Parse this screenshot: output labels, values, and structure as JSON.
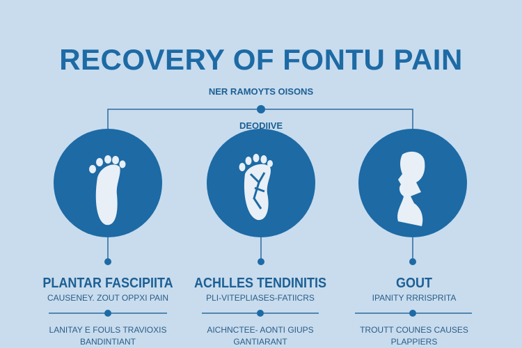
{
  "title": "RECOVERY OF FONTU PAIN",
  "subtitle": "NER RAMOYTS OISONS",
  "center_label": "DEODIIVE",
  "colors": {
    "background": "#c8dcee",
    "accent": "#1d6aa5"
  },
  "items": [
    {
      "name": "PLANTAR FASCIPIITA",
      "desc": "CAUSENEY. ZOUT OPPXI PAIN",
      "foot1": "LANITAY E FOULS TRAVIOXIS",
      "foot2": "BANDINTIANT",
      "icon": "foot-icon"
    },
    {
      "name": "ACHLLES TENDINITIS",
      "desc": "PLI-VITEPLIASES-FATIICRS",
      "foot1": "AICHNCTEE- AONTI GIUPS",
      "foot2": "GANTIARANT",
      "icon": "foot-bones-icon"
    },
    {
      "name": "GOUT",
      "desc": "IPANITY RRRISPRITA",
      "foot1": "TROUTT COUNES CAUSES",
      "foot2": "PLAPPIERS",
      "icon": "head-profile-icon"
    }
  ]
}
